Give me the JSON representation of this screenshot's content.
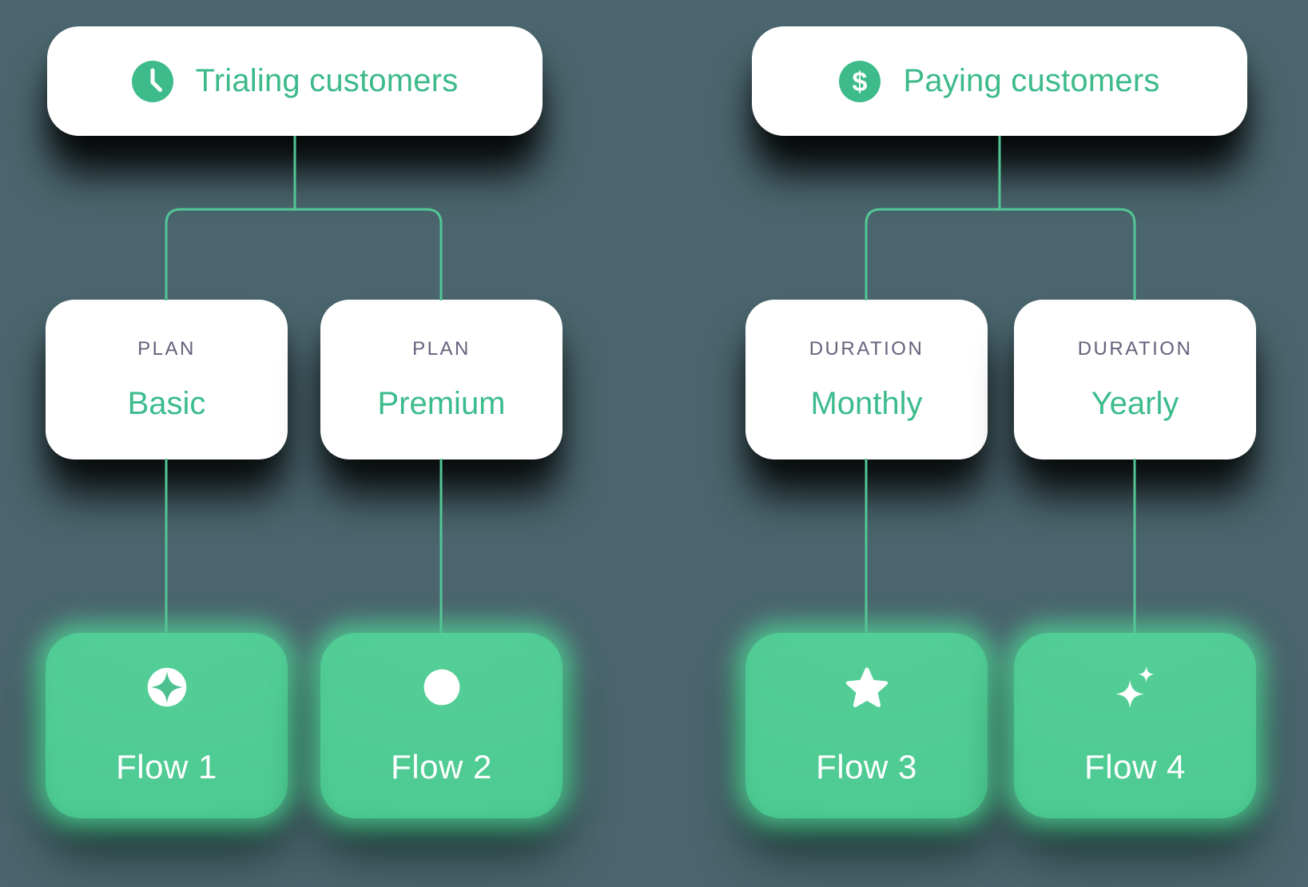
{
  "canvas": {
    "background_color": "#4A656D",
    "accent_green": "#3CBA8A",
    "connector_color": "#52C795",
    "card_color": "#FFFFFF",
    "flow_card_green": "#47BE89",
    "category_text_color": "#64627B"
  },
  "groups": {
    "trialing": {
      "root": {
        "label": "Trialing customers",
        "icon": "clock-icon"
      },
      "children": [
        {
          "category": "PLAN",
          "value": "Basic"
        },
        {
          "category": "PLAN",
          "value": "Premium"
        }
      ],
      "flows": [
        {
          "label": "Flow 1",
          "icon": "sparkle-circle-icon"
        },
        {
          "label": "Flow 2",
          "icon": "circle-icon"
        }
      ]
    },
    "paying": {
      "root": {
        "label": "Paying customers",
        "icon": "dollar-icon"
      },
      "children": [
        {
          "category": "DURATION",
          "value": "Monthly"
        },
        {
          "category": "DURATION",
          "value": "Yearly"
        }
      ],
      "flows": [
        {
          "label": "Flow 3",
          "icon": "star-icon"
        },
        {
          "label": "Flow 4",
          "icon": "sparkles-icon"
        }
      ]
    }
  }
}
